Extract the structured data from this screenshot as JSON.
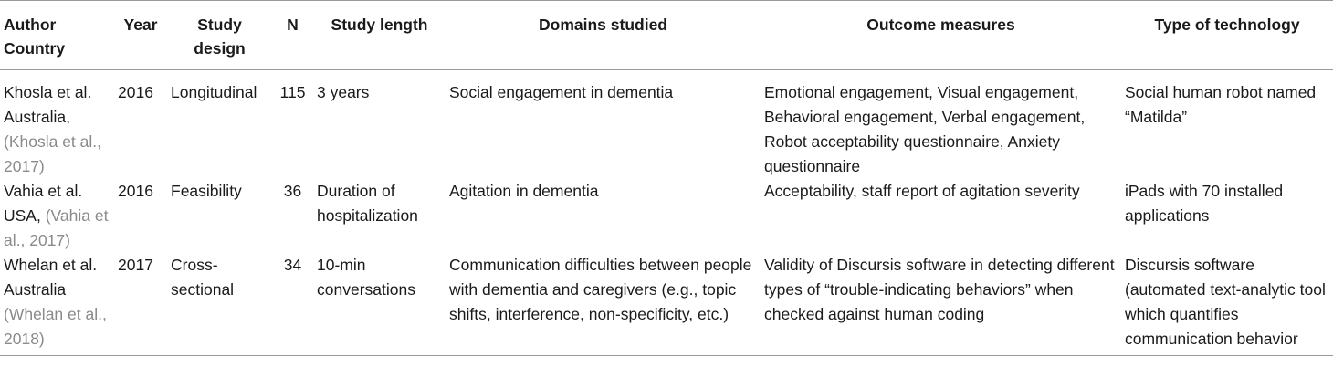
{
  "table": {
    "headers": {
      "author": "Author Country",
      "year": "Year",
      "design": "Study design",
      "n": "N",
      "length": "Study length",
      "domains": "Domains studied",
      "outcomes": "Outcome measures",
      "technology": "Type of technology"
    },
    "rows": [
      {
        "author": "Khosla et al. Australia,",
        "citation": "(Khosla et al., 2017)",
        "year": "2016",
        "design": "Longitudinal",
        "n": "115",
        "length": "3 years",
        "domains": "Social engagement in dementia",
        "outcomes": "Emotional engagement, Visual engagement, Behavioral engagement, Verbal engagement, Robot acceptability questionnaire, Anxiety questionnaire",
        "technology": "Social human robot named “Matilda”"
      },
      {
        "author": "Vahia et al. USA,",
        "citation": "(Vahia et al., 2017)",
        "year": "2016",
        "design": "Feasibility",
        "n": "36",
        "length": "Duration of hospitalization",
        "domains": "Agitation in dementia",
        "outcomes": "Acceptability, staff report of agitation severity",
        "technology": "iPads with 70 installed applications"
      },
      {
        "author": "Whelan et al. Australia",
        "citation": "(Whelan et al., 2018)",
        "year": "2017",
        "design": "Cross-sectional",
        "n": "34",
        "length": "10-min conversations",
        "domains": "Communication difficulties between people with dementia and caregivers (e.g., topic shifts, interference, non-specificity, etc.)",
        "outcomes": "Validity of Discursis software in detecting different types of “trouble-indicating behaviors” when checked against human coding",
        "technology": "Discursis software (automated text-analytic tool which quantifies communication behavior"
      }
    ]
  }
}
